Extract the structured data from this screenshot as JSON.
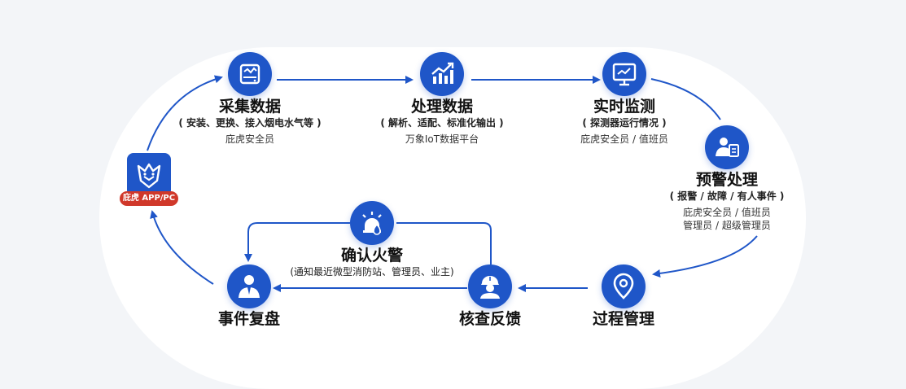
{
  "app_badge": {
    "label": "庇虎 APP/PC"
  },
  "steps": {
    "collect": {
      "title": "采集数据",
      "sub": "( 安装、更换、接入烟电水气等 )",
      "who": "庇虎安全员"
    },
    "process": {
      "title": "处理数据",
      "sub": "( 解析、适配、标准化输出 )",
      "who": "万象IoT数据平台"
    },
    "monitor": {
      "title": "实时监测",
      "sub": "( 探测器运行情况 )",
      "who": "庇虎安全员 / 值班员"
    },
    "warning": {
      "title": "预警处理",
      "sub": "( 报警 / 故障 / 有人事件 )",
      "who1": "庇虎安全员 / 值班员",
      "who2": "管理员 / 超级管理员"
    },
    "confirm": {
      "title": "确认火警",
      "sub": "(通知最近微型消防站、管理员、业主)"
    },
    "review": {
      "title": "事件复盘"
    },
    "verify": {
      "title": "核查反馈"
    },
    "manage": {
      "title": "过程管理"
    }
  },
  "colors": {
    "primary": "#1f56c8",
    "badge": "#d0382a",
    "background": "#f3f5f8"
  },
  "icons": {
    "collect": "server-chart-icon",
    "process": "growth-chart-icon",
    "monitor": "monitor-icon",
    "warning": "person-report-icon",
    "confirm": "fire-alarm-icon",
    "review": "businessman-icon",
    "verify": "engineer-icon",
    "manage": "location-pin-icon",
    "app": "tiger-logo-icon"
  }
}
